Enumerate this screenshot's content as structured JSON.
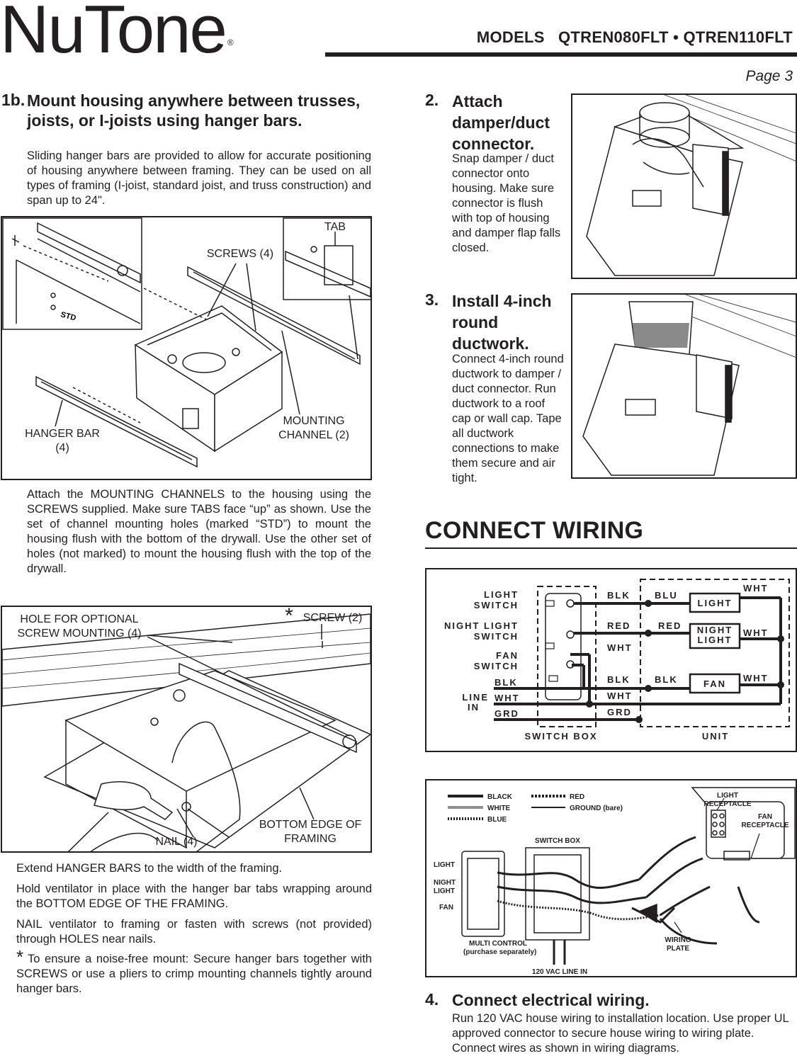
{
  "header": {
    "brand": "NuTone",
    "registered": "®",
    "models": "MODELS   QTREN080FLT • QTREN110FLT",
    "page": "Page 3"
  },
  "left": {
    "step_1b": {
      "number": "1b.",
      "heading": "Mount housing anywhere between trusses, joists, or I-joists using hanger bars.",
      "body": "Sliding hanger bars are provided to allow for accurate positioning of housing anywhere between framing. They can be used on all types of framing (I-joist, standard joist, and truss construction) and span up to 24\"."
    },
    "figure1": {
      "tab": "TAB",
      "screws": "SCREWS (4)",
      "std": "STD",
      "hanger_bar": "HANGER BAR (4)",
      "mounting_channel": "MOUNTING CHANNEL (2)"
    },
    "para_attach": "Attach the MOUNTING CHANNELS to the housing using the SCREWS supplied. Make sure TABS face “up” as shown. Use the set of channel mounting holes (marked “STD”) to mount the housing flush with the bottom of the drywall. Use the other set of holes (not marked) to mount the housing flush with the top of the drywall.",
    "figure2": {
      "hole": "HOLE FOR OPTIONAL SCREW MOUNTING (4)",
      "screw": "SCREW (2)",
      "asterisk": "*",
      "nail": "NAIL (4)",
      "bottom_edge": "BOTTOM EDGE OF FRAMING"
    },
    "para_extend": "Extend HANGER BARS to the width of the framing.",
    "para_hold": "Hold ventilator in place with the hanger bar tabs wrapping around the BOTTOM EDGE OF THE FRAMING.",
    "para_nail": "NAIL ventilator to framing or fasten with screws (not provided) through HOLES near nails.",
    "note_asterisk": "*",
    "para_note": "To ensure a noise-free mount: Secure hanger bars together with SCREWS or use a pliers to crimp mounting channels tightly around hanger bars."
  },
  "right": {
    "step2": {
      "number": "2.",
      "heading": "Attach damper/duct connector.",
      "body": "Snap damper / duct connector onto housing. Make sure connector is flush with top of housing and damper flap falls closed."
    },
    "step3": {
      "number": "3.",
      "heading": "Install 4-inch round ductwork.",
      "body": "Connect 4-inch round ductwork to damper / duct connector. Run ductwork to a roof cap or wall cap. Tape all ductwork connections to make them secure and air tight."
    },
    "section_title": "CONNECT WIRING",
    "wiring1": {
      "light_switch": [
        "LIGHT",
        "SWITCH"
      ],
      "night_light_switch": [
        "NIGHT LIGHT",
        "SWITCH"
      ],
      "fan_switch": [
        "FAN",
        "SWITCH"
      ],
      "line_in": [
        "LINE",
        "IN"
      ],
      "blk": "BLK",
      "wht": "WHT",
      "grd": "GRD",
      "red": "RED",
      "blu": "BLU",
      "light": "LIGHT",
      "night_light": [
        "NIGHT",
        "LIGHT"
      ],
      "fan": "FAN",
      "switch_box": "SWITCH BOX",
      "unit": "UNIT"
    },
    "wiring2": {
      "legend": [
        "BLACK",
        "WHITE",
        "BLUE",
        "RED",
        "GROUND (bare)"
      ],
      "switch_box": "SWITCH BOX",
      "light": "LIGHT",
      "night_light": [
        "NIGHT",
        "LIGHT"
      ],
      "fan": "FAN",
      "multi_control": [
        "MULTI CONTROL",
        "(purchase separately)"
      ],
      "vac": "120 VAC LINE IN",
      "light_receptacle": [
        "LIGHT",
        "RECEPTACLE"
      ],
      "fan_receptacle": [
        "FAN",
        "RECEPTACLE"
      ],
      "wiring_plate": [
        "WIRING",
        "PLATE"
      ]
    },
    "step4": {
      "number": "4.",
      "heading": "Connect electrical wiring.",
      "body": "Run 120 VAC house wiring to installation location. Use proper UL approved connector to secure house wiring to wiring plate. Connect wires as shown in wiring diagrams."
    }
  }
}
